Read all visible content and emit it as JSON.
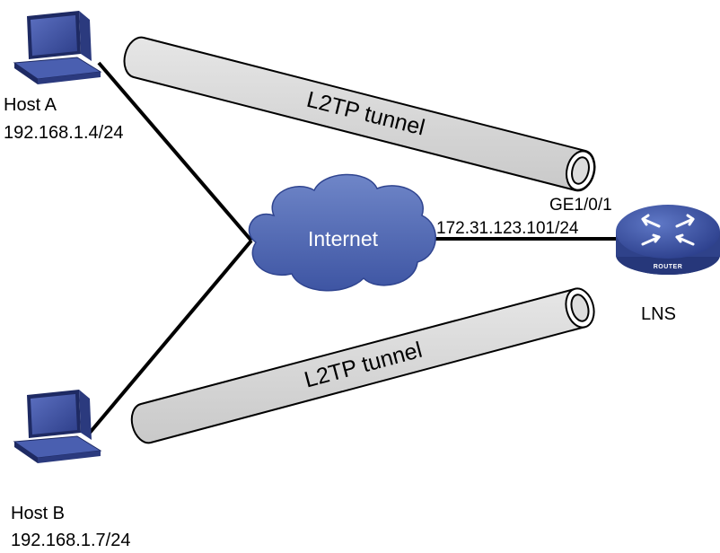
{
  "hosts": {
    "a": {
      "name": "Host A",
      "ip": "192.168.1.4/24"
    },
    "b": {
      "name": "Host B",
      "ip": "192.168.1.7/24"
    }
  },
  "cloud": {
    "label": "Internet"
  },
  "lns": {
    "name": "LNS",
    "device_text": "ROUTER",
    "interface": "GE1/0/1",
    "ip": "172.31.123.101/24"
  },
  "tunnels": {
    "top": {
      "label": "L2TP tunnel"
    },
    "bottom": {
      "label": "L2TP tunnel"
    }
  },
  "colors": {
    "device_blue": "#3a4e9c",
    "device_dark": "#23306e",
    "tunnel_fill": "#d9d9d9",
    "link": "#000000"
  }
}
